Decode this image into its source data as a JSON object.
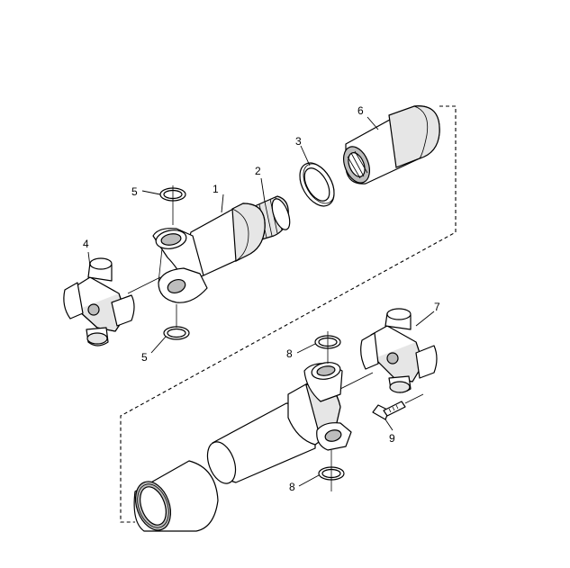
{
  "diagram": {
    "callouts": [
      {
        "id": "c1",
        "label": "1"
      },
      {
        "id": "c2",
        "label": "2"
      },
      {
        "id": "c3",
        "label": "3"
      },
      {
        "id": "c4",
        "label": "4"
      },
      {
        "id": "c5a",
        "label": "5"
      },
      {
        "id": "c5b",
        "label": "5"
      },
      {
        "id": "c6",
        "label": "6"
      },
      {
        "id": "c7",
        "label": "7"
      },
      {
        "id": "c8a",
        "label": "8"
      },
      {
        "id": "c8b",
        "label": "8"
      },
      {
        "id": "c9",
        "label": "9"
      }
    ]
  }
}
